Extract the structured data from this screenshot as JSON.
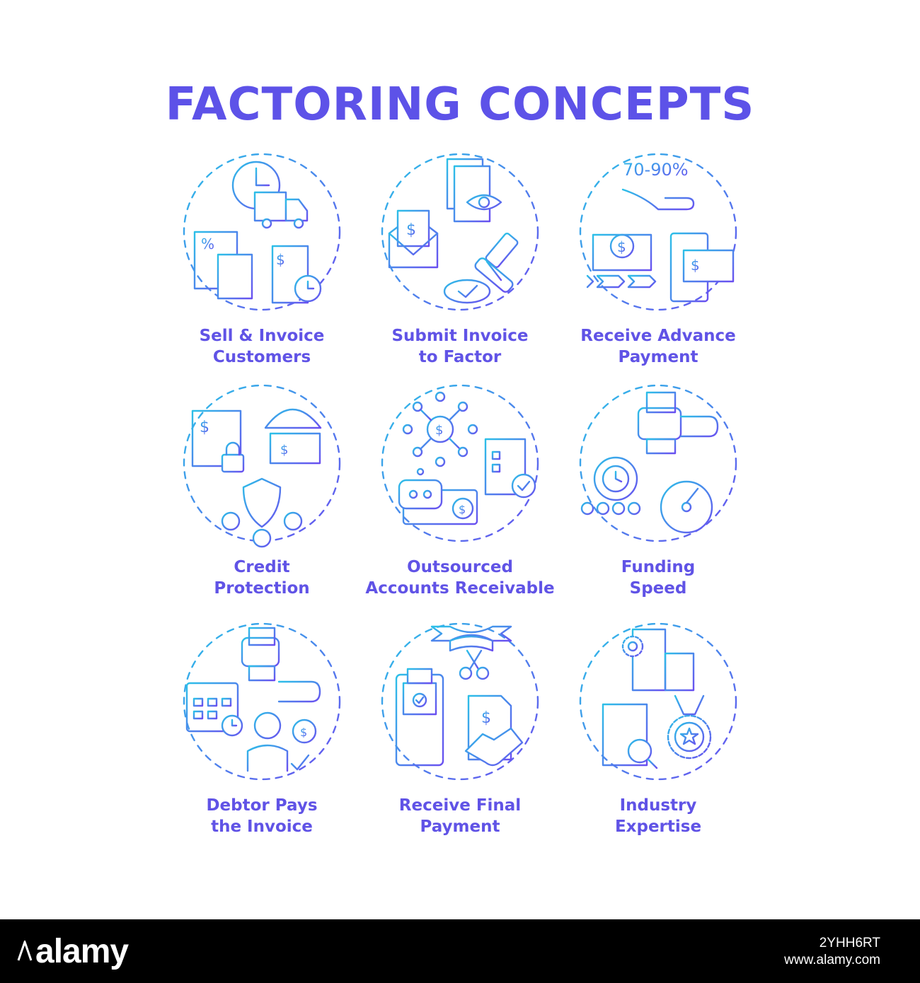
{
  "title": "FACTORING CONCEPTS",
  "colors": {
    "gradient_start": "#2cc0e8",
    "gradient_end": "#6a4ff0",
    "label": "#6053e6",
    "title": "#5d52e8"
  },
  "items": [
    {
      "line1": "Sell & Invoice",
      "line2": "Customers",
      "icon": "invoice-delivery-icon"
    },
    {
      "line1": "Submit Invoice",
      "line2": "to Factor",
      "icon": "document-stamp-icon"
    },
    {
      "line1": "Receive Advance",
      "line2": "Payment",
      "icon": "advance-payment-icon",
      "badge": "70-90%"
    },
    {
      "line1": "Credit",
      "line2": "Protection",
      "icon": "credit-shield-icon"
    },
    {
      "line1": "Outsourced",
      "line2": "Accounts Receivable",
      "icon": "network-robot-icon"
    },
    {
      "line1": "Funding",
      "line2": "Speed",
      "icon": "speed-gear-icon"
    },
    {
      "line1": "Debtor Pays",
      "line2": "the Invoice",
      "icon": "debtor-calendar-icon"
    },
    {
      "line1": "Receive Final",
      "line2": "Payment",
      "icon": "terminal-handshake-icon"
    },
    {
      "line1": "Industry",
      "line2": "Expertise",
      "icon": "building-award-icon"
    }
  ],
  "footer": {
    "brand": "alamy",
    "image_id": "2YHH6RT",
    "site": "www.alamy.com"
  }
}
